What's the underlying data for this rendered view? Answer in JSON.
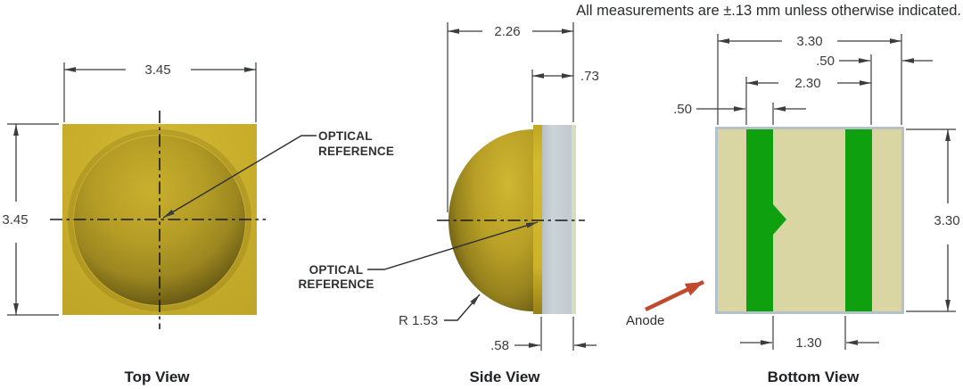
{
  "note": "All measurements are ±.13 mm unless otherwise indicated.",
  "colors": {
    "gold": "#c7ad2b",
    "pad_green": "#0ea00f",
    "package_tan": "#d9d6a4",
    "border_gray": "#b5c1ca",
    "substrate_gray": "#c6ced4",
    "anode_red": "#c14a2e",
    "line": "#3b3c3e"
  },
  "views": {
    "top": {
      "label": "Top View",
      "dim_width": "3.45",
      "dim_height": "3.45",
      "optical_reference": [
        "OPTICAL",
        "REFERENCE"
      ]
    },
    "side": {
      "label": "Side View",
      "dim_overall": "2.26",
      "dim_stack": ".73",
      "dim_substrate": ".58",
      "dim_radius": "R 1.53",
      "optical_reference": [
        "OPTICAL",
        "REFERENCE"
      ]
    },
    "bottom": {
      "label": "Bottom View",
      "dim_width": "3.30",
      "dim_height": "3.30",
      "dim_edge_gap": ".50",
      "dim_pad_span": "2.30",
      "dim_pad_width": ".50",
      "dim_pad_gap": "1.30",
      "anode_label": "Anode"
    }
  }
}
